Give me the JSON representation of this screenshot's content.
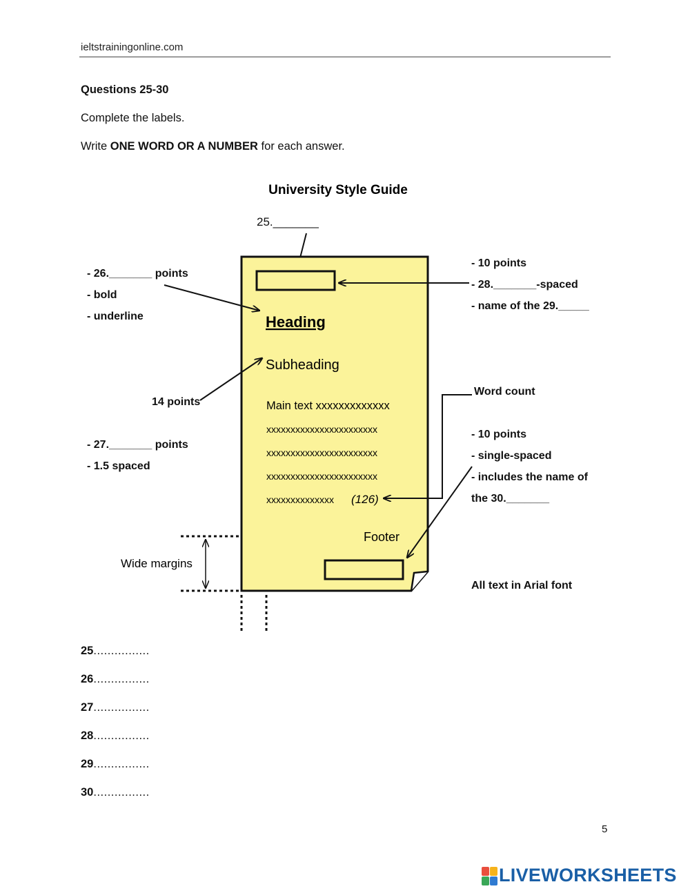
{
  "header": {
    "site": "ieltstrainingonline.com"
  },
  "questions": {
    "title": "Questions 25-30",
    "instruction1": "Complete the labels.",
    "instruction2_pre": "Write ",
    "instruction2_bold": "ONE WORD OR A NUMBER",
    "instruction2_post": " for each answer."
  },
  "diagram": {
    "title": "University Style Guide",
    "label_25": "25._______",
    "left_top": [
      "- 26._______ points",
      "- bold",
      "- underline"
    ],
    "left_14": "14 points",
    "left_27": [
      "- 27._______ points",
      "-  1.5 spaced"
    ],
    "wide_margins": "Wide margins",
    "page_heading": "Heading",
    "page_subheading": "Subheading",
    "page_main": [
      "Main text xxxxxxxxxxxxx",
      "xxxxxxxxxxxxxxxxxxxxxxx",
      "xxxxxxxxxxxxxxxxxxxxxxx",
      "xxxxxxxxxxxxxxxxxxxxxxx",
      "xxxxxxxxxxxxxx"
    ],
    "page_count": "(126)",
    "page_footer": "Footer",
    "right_top": [
      "- 10 points",
      "- 28._______-spaced",
      "- name of the 29._____"
    ],
    "word_count": "Word count",
    "right_mid": [
      "- 10 points",
      "- single-spaced",
      "- includes the name of",
      "the 30._______"
    ],
    "arial": "All text in Arial font"
  },
  "answers": [
    {
      "num": "25",
      "dots": "................"
    },
    {
      "num": "26",
      "dots": "................"
    },
    {
      "num": "27",
      "dots": "................"
    },
    {
      "num": "28",
      "dots": "................"
    },
    {
      "num": "29",
      "dots": "................"
    },
    {
      "num": "30",
      "dots": "................"
    }
  ],
  "footer": {
    "page_number": "5",
    "brand": "LIVEWORKSHEETS"
  },
  "colors": {
    "page_fill": "#fbf39a",
    "brand_blue": "#1a5fa6"
  }
}
